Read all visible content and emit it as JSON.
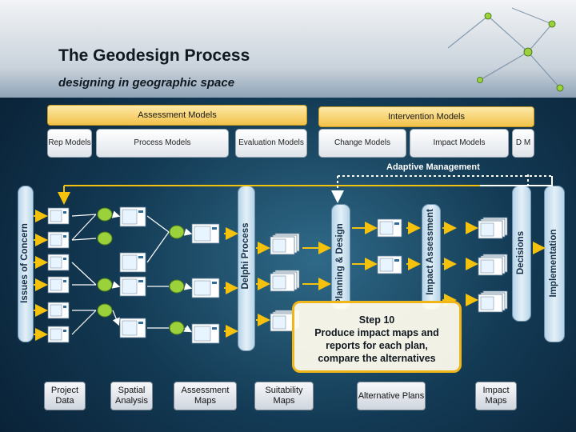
{
  "slide": {
    "title": "The Geodesign Process",
    "subtitle": "designing in geographic space"
  },
  "top_bars": {
    "assessment": "Assessment Models",
    "intervention": "Intervention Models"
  },
  "models": {
    "rep": "Rep Models",
    "process": "Process Models",
    "evaluation": "Evaluation Models",
    "change": "Change Models",
    "impact": "Impact Models",
    "dm": "D M"
  },
  "adaptive_management": "Adaptive Management",
  "vertical_labels": {
    "issues": "Issues of Concern",
    "delphi": "Delphi Process",
    "planning": "Planning & Design",
    "impact": "Impact Assessment",
    "decisions": "Decisions",
    "implementation": "Implementation"
  },
  "callout": {
    "step": "Step 10",
    "line1": "Produce impact maps and",
    "line2": "reports for each plan,",
    "line3": "compare the alternatives"
  },
  "footer": {
    "project": "Project Data",
    "spatial": "Spatial Analysis",
    "assessment": "Assessment Maps",
    "suitability": "Suitability Maps",
    "alternative": "Alternative Plans",
    "impact": "Impact Maps"
  },
  "colors": {
    "bar_gold": "#f2c24a",
    "callout_border": "#f0b618",
    "arrow_yellow": "#f4c20d",
    "node_green": "#9bd13a"
  }
}
